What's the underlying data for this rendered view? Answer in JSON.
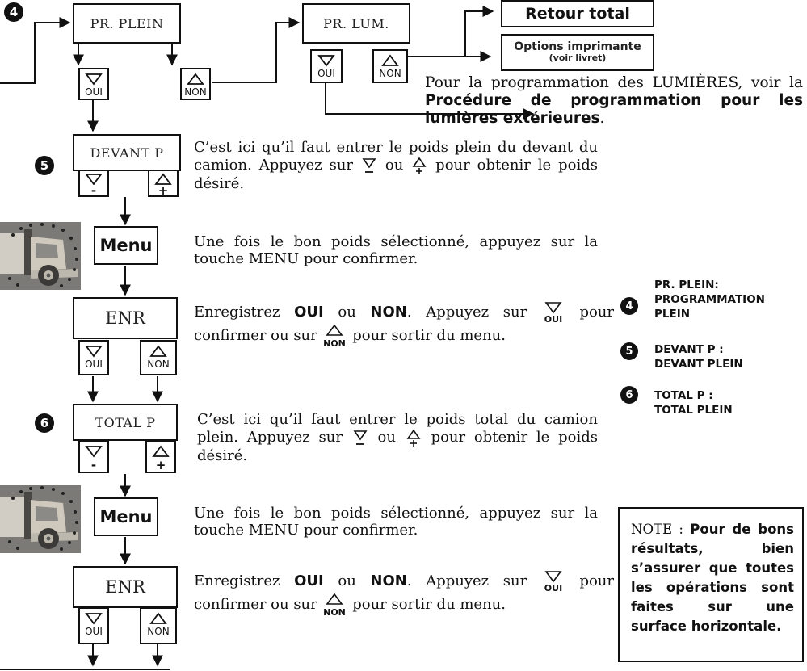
{
  "flow": {
    "pr_plein": "PR. PLEIN",
    "pr_lum": "PR. LUM.",
    "retour_total": "Retour total",
    "options_line1": "Options imprimante",
    "options_line2": "(voir livret)",
    "devant_p": "DEVANT P",
    "menu": "Menu",
    "enr": "ENR",
    "total_p": "TOTAL P"
  },
  "keys": {
    "oui": "OUI",
    "non": "NON",
    "minus": "-",
    "plus": "+"
  },
  "markers": {
    "step4": "4",
    "step5": "5",
    "step6": "6"
  },
  "text": {
    "lum_a": "Pour la programmation des LUMIÈRES, voir la ",
    "lum_b": "Procédure de programmation pour les lumières extérieures",
    "lum_c": ".",
    "devant_1": "C’est ici qu’il faut entrer le poids plein du devant du camion. Appuyez sur ",
    "devant_2": " ou ",
    "devant_3": " pour obtenir le poids désiré.",
    "menu_1": "Une fois le bon poids sélectionné, appuyez sur la touche MENU pour confirmer.",
    "enr_1": "Enregistrez ",
    "enr_oui": "OUI",
    "enr_2": " ou ",
    "enr_non": "NON",
    "enr_3": ". Appuyez sur ",
    "enr_4": " pour confirmer ou sur ",
    "enr_5": " pour sortir du menu.",
    "total_1": "C’est ici qu’il faut entrer le poids total du camion plein. Appuyez sur ",
    "total_2": " ou ",
    "total_3": " pour obtenir le poids désiré.",
    "menu_2": "Une fois le bon poids sélectionné, appuyez sur la touche MENU pour confirmer."
  },
  "legend": {
    "l4_a": "PR. PLEIN:",
    "l4_b": "PROGRAMMATION",
    "l4_c": "PLEIN",
    "l5_a": "DEVANT P :",
    "l5_b": "DEVANT PLEIN",
    "l6_a": "TOTAL P :",
    "l6_b": "TOTAL PLEIN"
  },
  "note": {
    "lead": "NOTE : ",
    "body": "Pour de bons résultats, bien s’assurer que toutes les opérations sont faites sur une surface horizontale."
  },
  "images": {
    "truck_1": "truck-photo",
    "truck_2": "truck-photo"
  },
  "colors": {
    "ink": "#111111",
    "truck_bg": "#7a7a78"
  }
}
